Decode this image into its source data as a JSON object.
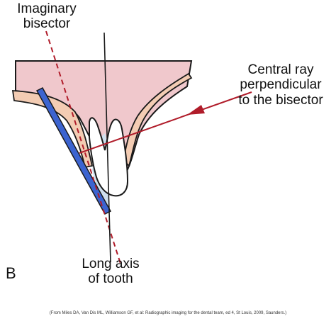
{
  "labels": {
    "bisector": [
      "Imaginary",
      "bisector"
    ],
    "central_ray": [
      "Central ray",
      "perpendicular",
      "to the bisector"
    ],
    "long_axis": [
      "Long axis",
      "of tooth"
    ],
    "panel": "B",
    "credit": "(From Miles DA, Van Dis ML, Williamson GF, et al: Radiographic imaging for the dental team, ed 4, St Louis, 2009, Saunders.)"
  },
  "colors": {
    "palate": "#f0c8cc",
    "gingiva": "#f3ccb3",
    "outline": "#1a1a1a",
    "receptor": "#3c64d0",
    "ray": "#b01c2a",
    "tooth": "#ffffff",
    "root_shadow": "#cfe0ee"
  }
}
